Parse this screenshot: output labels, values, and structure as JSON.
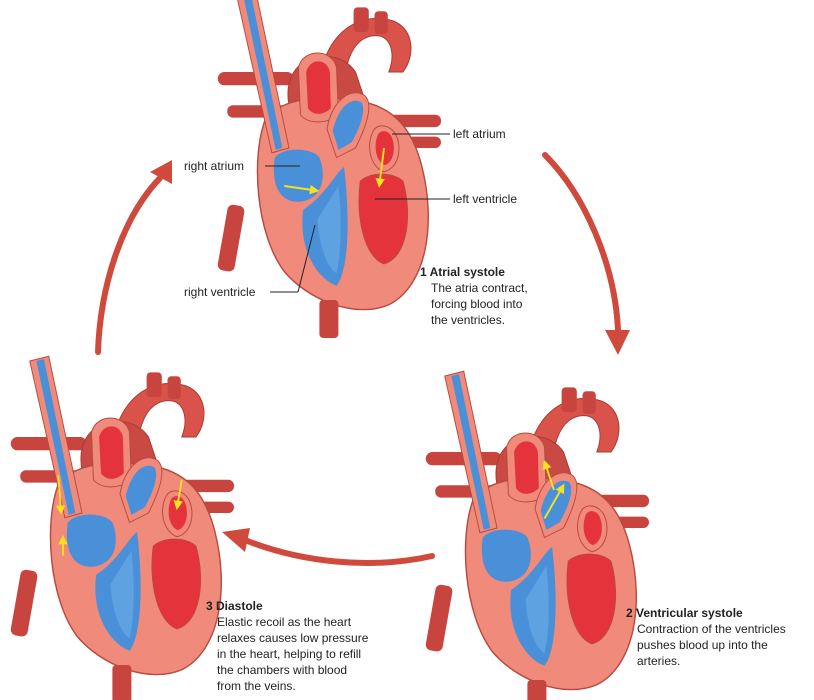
{
  "labels": {
    "left_atrium": "left atrium",
    "right_atrium": "right atrium",
    "left_ventricle": "left ventricle",
    "right_ventricle": "right ventricle"
  },
  "stages": [
    {
      "heading": "1 Atrial systole",
      "text": "The atria contract,\nforcing blood into\nthe ventricles."
    },
    {
      "heading": "2 Ventricular systole",
      "text": "Contraction of the ventricles\npushes blood up into the\narteries."
    },
    {
      "heading": "3 Diastole",
      "text": "Elastic recoil as the heart\nrelaxes causes low pressure\nin the heart, helping to refill\nthe chambers with blood\nfrom the veins."
    }
  ],
  "colors": {
    "vessel": "#d9534a",
    "vessel_dark": "#a52a2a",
    "heart_wall": "#f08a7a",
    "oxygenated": "#e5333b",
    "deoxygenated": "#4a90d9",
    "deoxygenated_light": "#8cc4ee",
    "cycle_arrow": "#cf4a3c",
    "flow_arrow": "#f4e11f"
  }
}
